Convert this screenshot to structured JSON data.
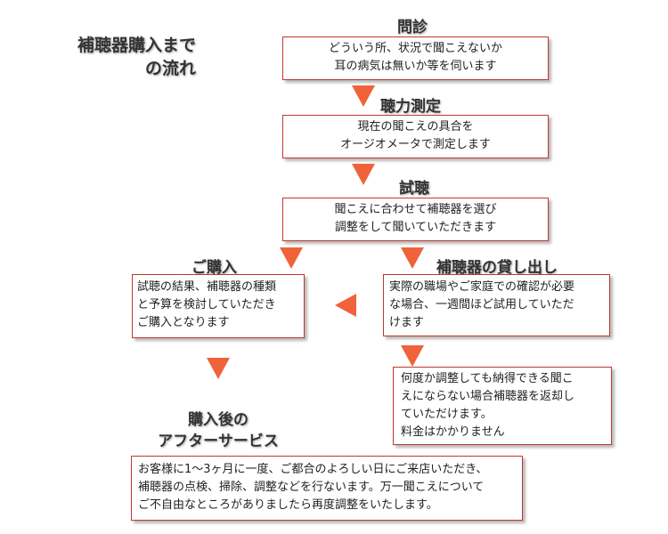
{
  "title": {
    "line1": "補聴器購入まで",
    "line2": "の流れ"
  },
  "steps": {
    "monshin": {
      "heading": "問診",
      "lines": [
        "どういう所、状況で聞こえないか",
        "耳の病気は無いか等を伺います"
      ]
    },
    "choryoku": {
      "heading": "聴力測定",
      "lines": [
        "現在の聞こえの具合を",
        "オージオメータで測定します"
      ]
    },
    "shicho": {
      "heading": "試聴",
      "lines": [
        "聞こえに合わせて補聴器を選び",
        "調整をして聞いていただきます"
      ]
    },
    "konyu": {
      "heading": "ご購入",
      "lines": [
        "試聴の結果、補聴器の種類",
        "と予算を検討していただき",
        "ご購入となります"
      ]
    },
    "kashidashi": {
      "heading": "補聴器の貸し出し",
      "lines": [
        "実際の職場やご家庭での確認が必要",
        "な場合、一週間ほど試用していただ",
        "けます"
      ]
    },
    "henkyaku": {
      "lines": [
        "何度か調整しても納得できる聞こ",
        "えにならない場合補聴器を返却し",
        "ていただけます。",
        "料金はかかりません"
      ]
    },
    "after": {
      "heading_line1": "購入後の",
      "heading_line2": "アフターサービス",
      "lines": [
        "お客様に1〜3ヶ月に一度、ご都合のよろしい日にご来店いただき、",
        "補聴器の点検、掃除、調整などを行ないます。万一聞こえについて",
        "ご不自由なところがありましたら再度調整をいたします。"
      ]
    }
  },
  "colors": {
    "arrow": "#f0623a",
    "border": "#c0392b"
  }
}
